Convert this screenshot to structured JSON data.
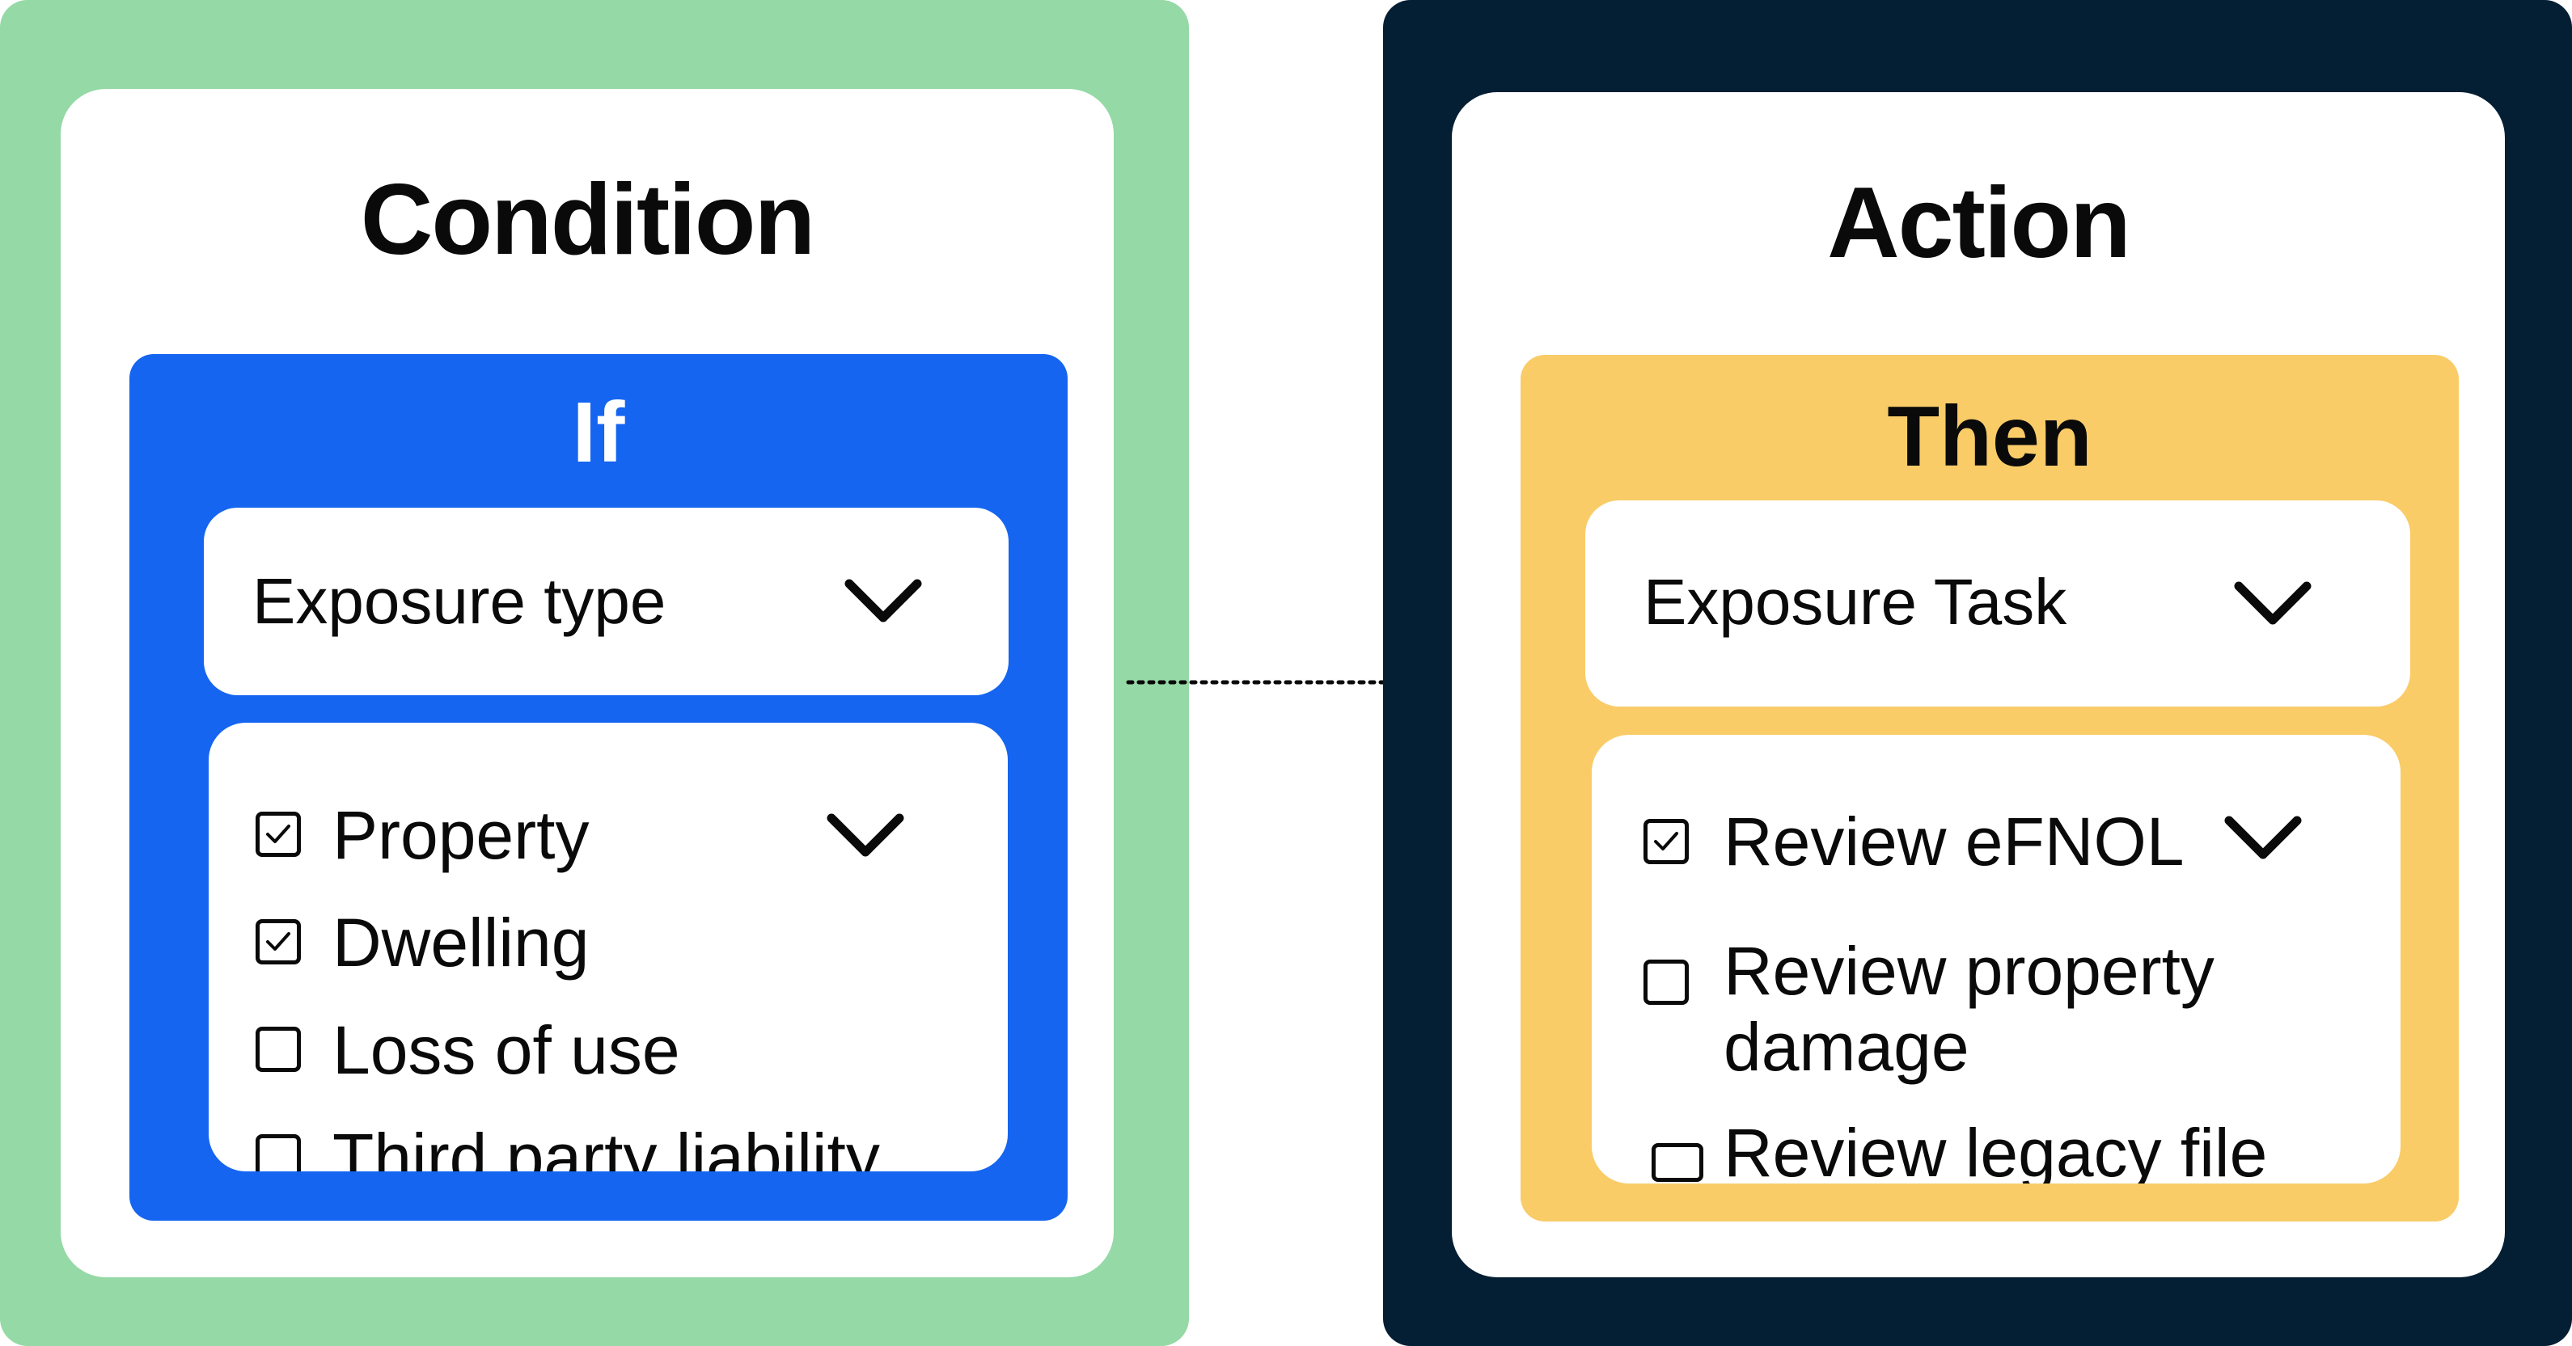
{
  "condition_panel": {
    "title": "Condition",
    "background": "#95d9a6",
    "block": {
      "title": "If",
      "background": "#1565f0",
      "title_color": "#ffffff",
      "dropdown": {
        "label": "Exposure type",
        "icon": "chevron-down-icon"
      },
      "list": {
        "expand_icon": "chevron-down-icon",
        "items": [
          {
            "label": "Property",
            "checked": true
          },
          {
            "label": "Dwelling",
            "checked": true
          },
          {
            "label": "Loss of use",
            "checked": false
          },
          {
            "label": "Third party liability",
            "checked": false
          }
        ]
      }
    }
  },
  "action_panel": {
    "title": "Action",
    "background": "#041e33",
    "block": {
      "title": "Then",
      "background": "#f9cc68",
      "title_color": "#0a0a0a",
      "dropdown": {
        "label": "Exposure Task",
        "icon": "chevron-down-icon"
      },
      "list": {
        "expand_icon": "chevron-down-icon",
        "items": [
          {
            "label": "Review eFNOL",
            "checked": true
          },
          {
            "label": "Review property damage",
            "checked": false
          },
          {
            "label": "Review legacy file",
            "checked": false
          }
        ]
      }
    }
  },
  "connector": {
    "style": "dotted-arrow",
    "icon": "arrow-right-icon"
  }
}
